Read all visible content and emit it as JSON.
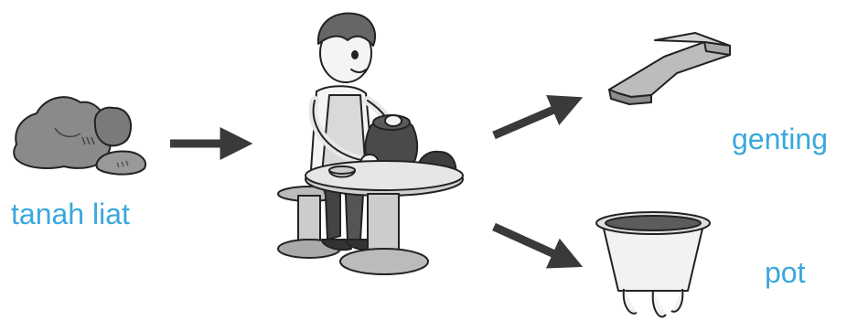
{
  "labels": {
    "clay": "tanah liat",
    "roof_tile": "genting",
    "pot": "pot"
  },
  "icons": {
    "source": "clay-lumps-icon",
    "process": "potter-at-wheel-icon",
    "product_1": "roof-tile-icon",
    "product_2": "flower-pot-icon"
  },
  "colors": {
    "label_text": "#3aa8dc",
    "arrow": "#3a3a3a",
    "clay_fill": "#8a8a8a",
    "outline": "#222222"
  }
}
